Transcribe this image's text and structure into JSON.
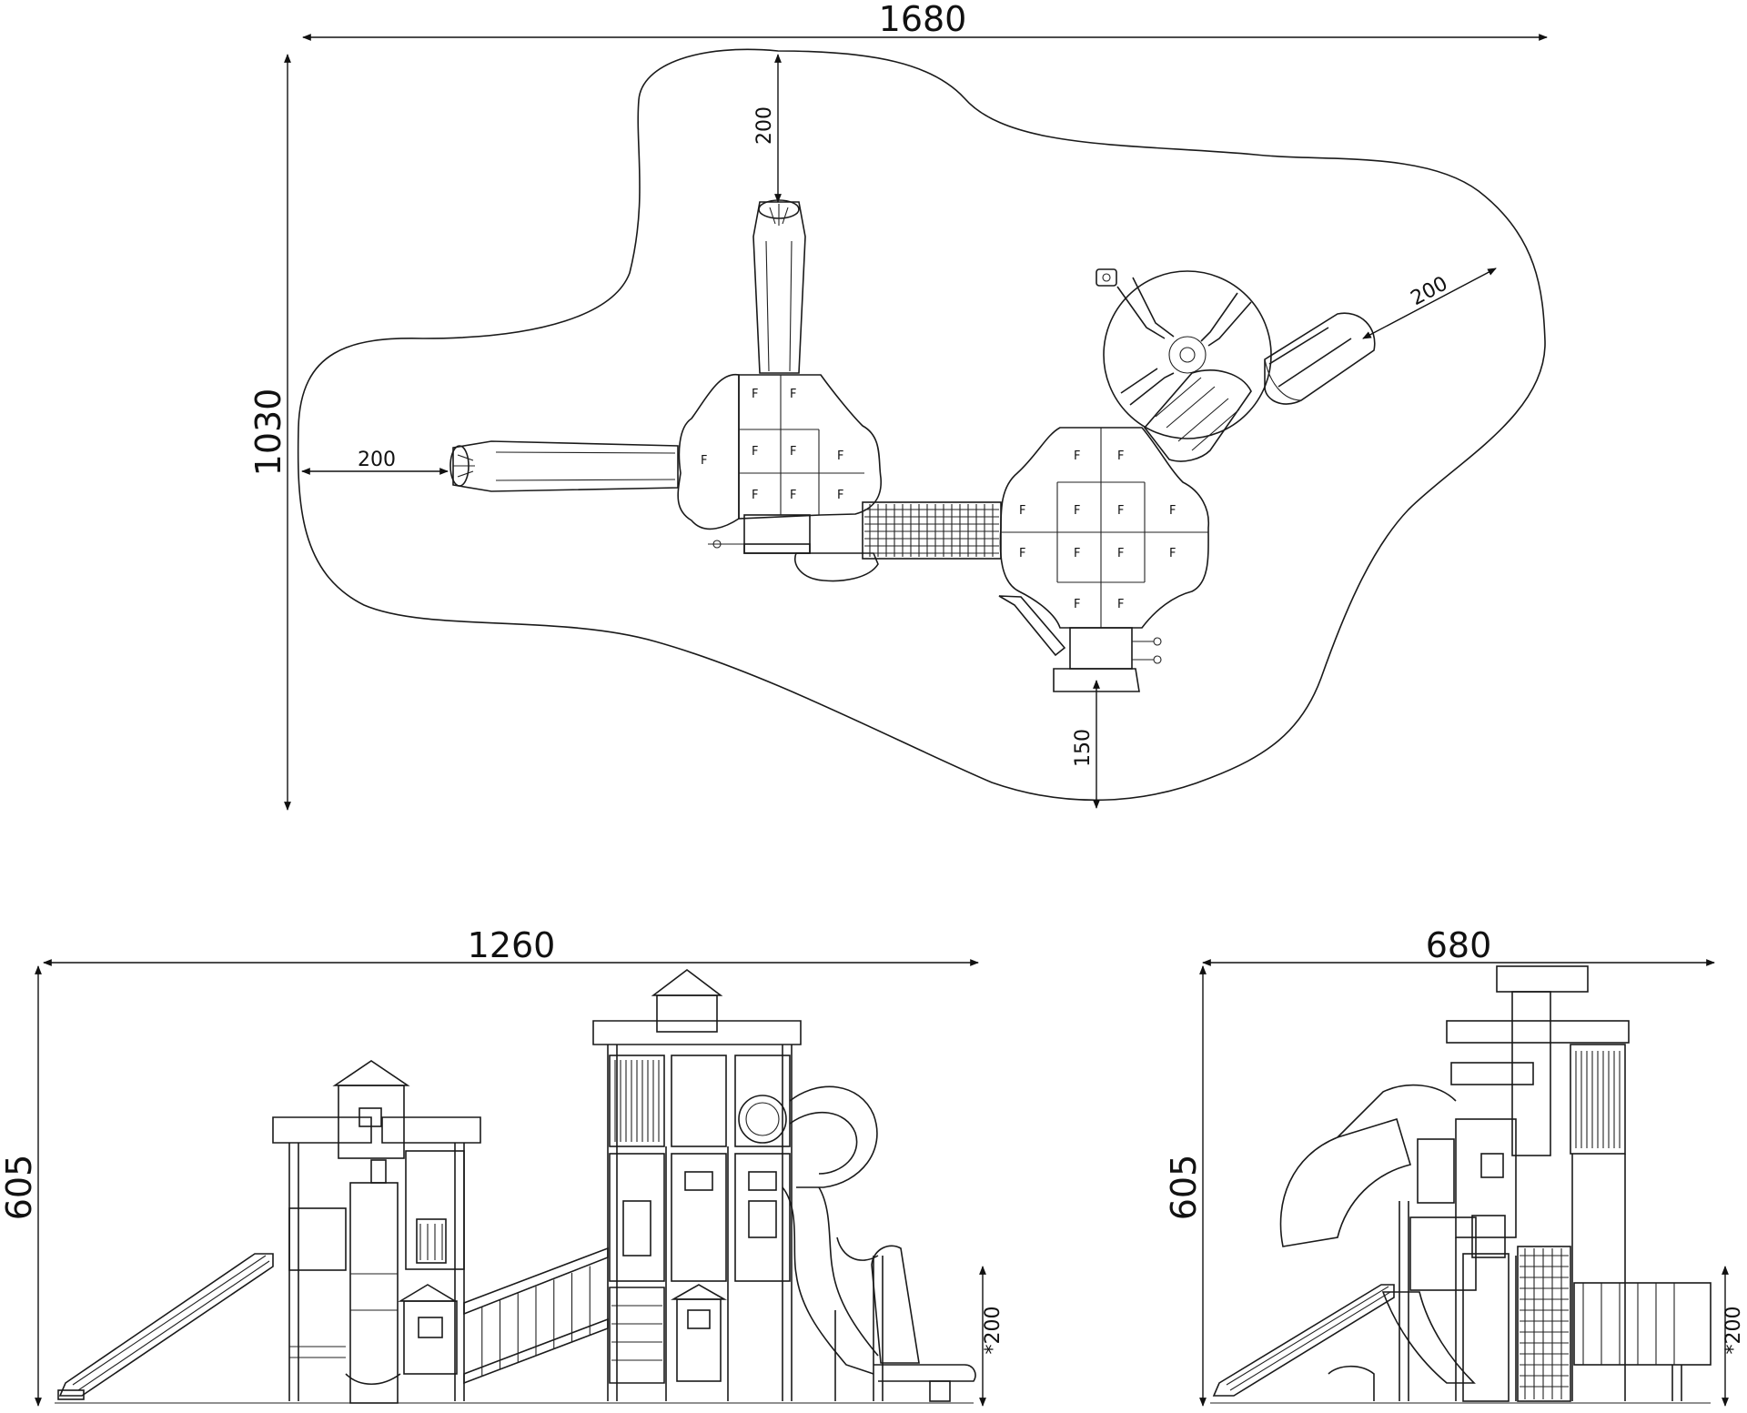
{
  "plan_view": {
    "overall_width": "1680",
    "overall_depth": "1030",
    "clearance_top": "200",
    "clearance_left": "200",
    "clearance_right": "200",
    "clearance_bottom": "150"
  },
  "front_elevation": {
    "width": "1260",
    "height": "605",
    "free_fall": "*200"
  },
  "side_elevation": {
    "width": "680",
    "height": "605",
    "free_fall": "*200"
  }
}
